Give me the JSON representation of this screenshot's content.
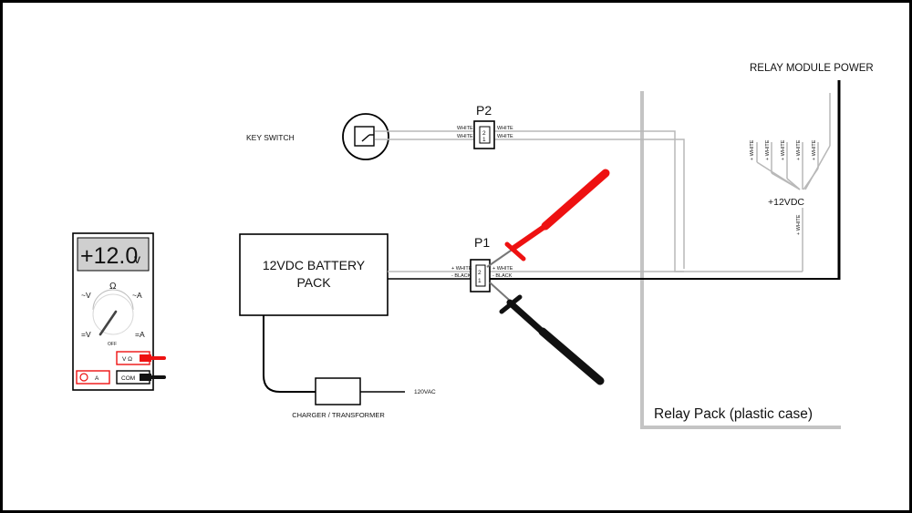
{
  "labels": {
    "relay_module_power": "RELAY MODULE POWER",
    "key_switch": "KEY SWITCH",
    "p2": "P2",
    "p1": "P1",
    "battery_line1": "12VDC BATTERY",
    "battery_line2": "PACK",
    "charger": "CHARGER / TRANSFORMER",
    "ac_input": "120VAC",
    "relay_pack": "Relay Pack (plastic case)",
    "bus_voltage": "+12VDC"
  },
  "p2_wires": {
    "left_top": "WHITE",
    "left_bottom": "WHITE",
    "right_top": "WHITE",
    "right_bottom": "WHITE",
    "pin_top": "2",
    "pin_bottom": "1"
  },
  "p1_wires": {
    "left_top": "+ WHITE",
    "left_bottom": "- BLACK",
    "right_top": "+ WHITE",
    "right_bottom": "- BLACK",
    "pin_top": "2",
    "pin_bottom": "1"
  },
  "relay_power_taps": [
    "+ WHITE",
    "+ WHITE",
    "+ WHITE",
    "+ WHITE",
    "+ WHITE"
  ],
  "relay_feed_label": "+ WHITE",
  "multimeter": {
    "reading": "+12.0",
    "unit": "v",
    "dial_ohm": "Ω",
    "dial_off": "OFF",
    "jack_v": "V Ω",
    "jack_com": "COM",
    "jack_a": "A"
  },
  "colors": {
    "red_probe": "#ee1111",
    "black_probe": "#111111",
    "white_wire": "#b8b8b8",
    "relay_case": "#c4c4c4"
  }
}
